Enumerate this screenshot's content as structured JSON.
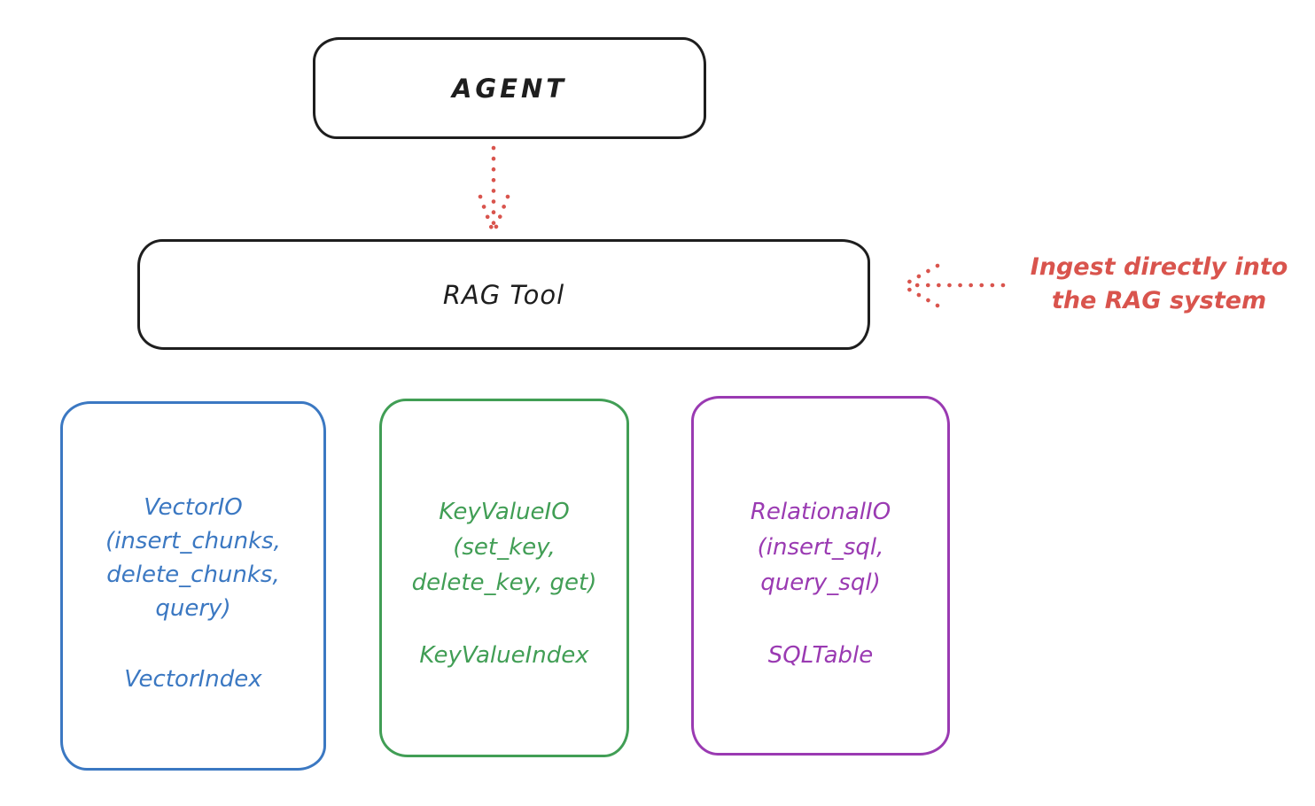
{
  "colors": {
    "ink": "#1e1e1e",
    "red": "#d9544d",
    "blue": "#3b78c2",
    "green": "#419e55",
    "purple": "#9a3ab2",
    "background": "#ffffff"
  },
  "agent": {
    "label": "AGENT"
  },
  "rag_tool": {
    "label": "RAG Tool"
  },
  "annotation": {
    "line1": "Ingest directly into",
    "line2": "the RAG system"
  },
  "vector_box": {
    "line1": "VectorIO",
    "line2": "(insert_chunks,",
    "line3": "delete_chunks,",
    "line4": "query)",
    "index": "VectorIndex"
  },
  "keyvalue_box": {
    "line1": "KeyValueIO",
    "line2": "(set_key,",
    "line3": "delete_key, get)",
    "index": "KeyValueIndex"
  },
  "relational_box": {
    "line1": "RelationalIO",
    "line2": "(insert_sql,",
    "line3": "query_sql)",
    "index": "SQLTable"
  }
}
